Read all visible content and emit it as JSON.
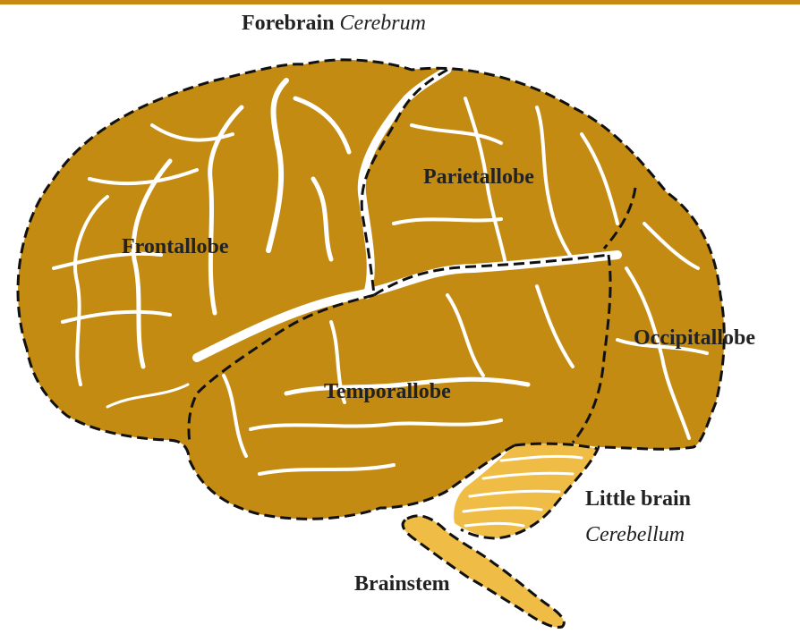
{
  "title": {
    "main": "Forebrain",
    "sub": "Cerebrum"
  },
  "regions": {
    "frontal": "Frontallobe",
    "parietal": "Parietallobe",
    "occipital": "Occipitallobe",
    "temporal": "Temporallobe",
    "cerebellum": {
      "name": "Little brain",
      "sub": "Cerebellum"
    },
    "brainstem": "Brainstem"
  },
  "colors": {
    "top_bar": "#c98a14",
    "cerebrum": "#c48b12",
    "cerebellum": "#efbd45",
    "brainstem": "#efbd45",
    "outline": "#111111",
    "label_text": "#222222"
  }
}
